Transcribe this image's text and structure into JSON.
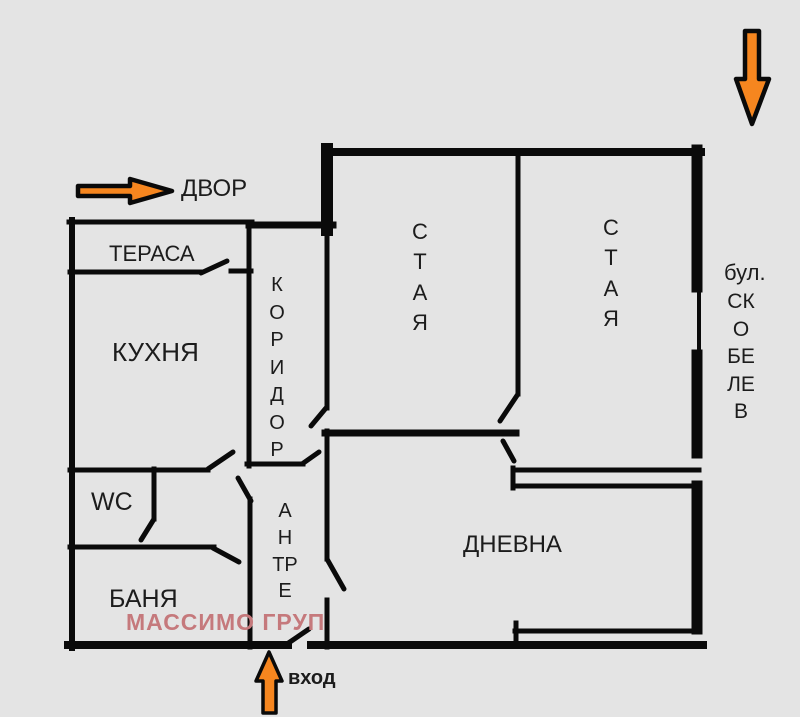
{
  "plan": {
    "title_note": "apartment floor plan",
    "labels": {
      "yard": "ДВОР",
      "terrace": "ТЕРАСА",
      "kitchen": "КУХНЯ",
      "corridor": "КОРИДОР",
      "wc": "WC",
      "bathroom": "БАНЯ",
      "hallway": "АНТРЕ",
      "room1": "СТАЯ",
      "room2": "СТАЯ",
      "living_room": "ДНЕВНА",
      "entrance": "вход",
      "street_prefix": "бул.",
      "street_name": "СКОБЕЛЕВ"
    },
    "watermark": "МАССИМО ГРУП",
    "icons": {
      "yard_arrow": "arrow-right",
      "street_arrow": "arrow-down",
      "entrance_arrow": "arrow-up"
    },
    "colors": {
      "background": "#E4E4E4",
      "wall": "#0A0A0A",
      "label": "#1C1C1C",
      "arrow_fill": "#F6861F",
      "arrow_outline": "#0A0A0A",
      "watermark": "#C5797C"
    }
  }
}
